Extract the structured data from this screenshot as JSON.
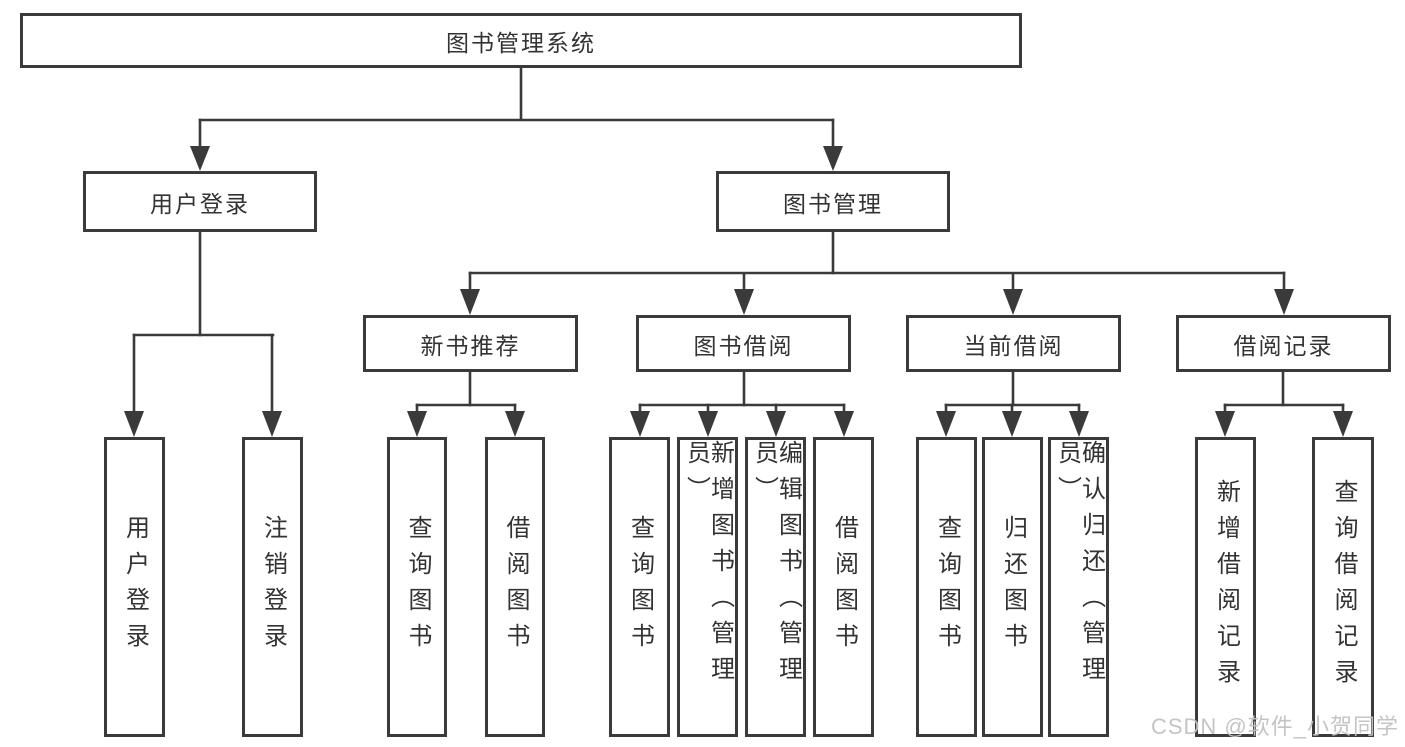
{
  "tree": {
    "root": {
      "label": "图书管理系统"
    },
    "level2": [
      {
        "label": "用户登录"
      },
      {
        "label": "图书管理"
      }
    ],
    "level3": [
      {
        "label": "新书推荐"
      },
      {
        "label": "图书借阅"
      },
      {
        "label": "当前借阅"
      },
      {
        "label": "借阅记录"
      }
    ],
    "level4": {
      "under_user_login": [
        {
          "label": "用户登录"
        },
        {
          "label": "注销登录"
        }
      ],
      "under_new_book_recommend": [
        {
          "label": "查询图书"
        },
        {
          "label": "借阅图书"
        }
      ],
      "under_book_borrowing": [
        {
          "label": "查询图书"
        },
        {
          "label": "新增图书（管理员）"
        },
        {
          "label": "编辑图书（管理员）"
        },
        {
          "label": "借阅图书"
        }
      ],
      "under_current_borrowing": [
        {
          "label": "查询图书"
        },
        {
          "label": "归还图书"
        },
        {
          "label": "确认归还（管理员）"
        }
      ],
      "under_borrow_records": [
        {
          "label": "新增借阅记录"
        },
        {
          "label": "查询借阅记录"
        }
      ]
    }
  },
  "watermark": {
    "text": "CSDN @软件_小贺同学"
  },
  "colors": {
    "line": "#3a3a3a",
    "box_background": "#ffffff",
    "text": "#333333",
    "watermark": "#c1c1c4"
  }
}
